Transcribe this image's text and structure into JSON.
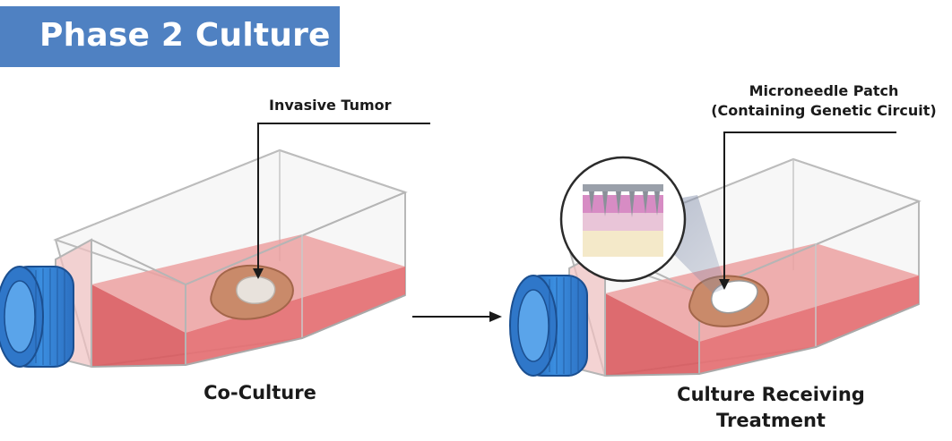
{
  "title": "Phase 2 Culture",
  "left_flask": {
    "callout": "Invasive Tumor",
    "caption": "Co-Culture"
  },
  "right_flask": {
    "callout_line1": "Microneedle Patch",
    "callout_line2": "(Containing Genetic Circuit)",
    "caption_line1": "Culture Receiving",
    "caption_line2": "Treatment"
  },
  "colors": {
    "title_bg": "#4f81c2",
    "medium": "#e06a6d",
    "cap": "#2f77c9",
    "tumor": "#c98a6a"
  }
}
